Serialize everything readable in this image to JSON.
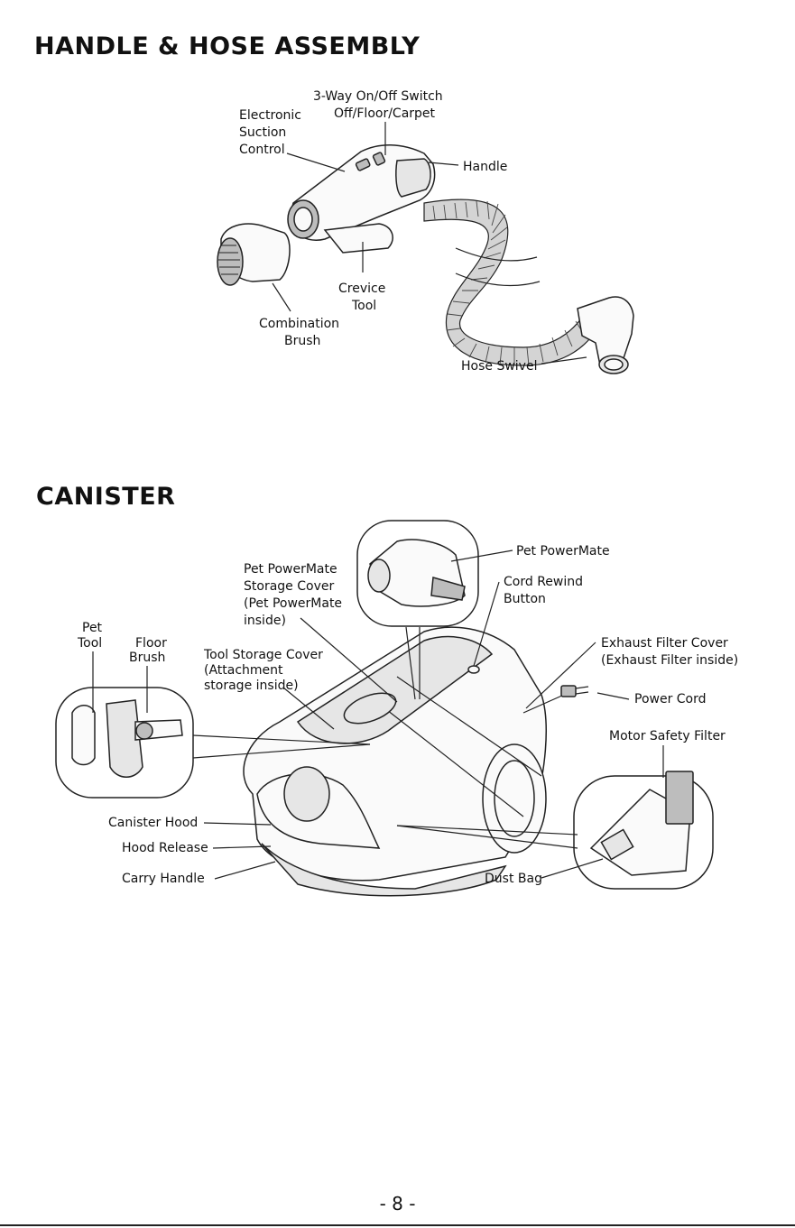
{
  "sections": {
    "hose": {
      "title": "HANDLE & HOSE ASSEMBLY",
      "labels": {
        "switch_line1": "3-Way On/Off Switch",
        "switch_line2": "Off/Floor/Carpet",
        "esc_line1": "Electronic",
        "esc_line2": "Suction",
        "esc_line3": "Control",
        "handle": "Handle",
        "crevice_line1": "Crevice",
        "crevice_line2": "Tool",
        "combo_line1": "Combination",
        "combo_line2": "Brush",
        "swivel": "Hose Swivel"
      }
    },
    "canister": {
      "title": "CANISTER",
      "labels": {
        "pet_powermate": "Pet PowerMate",
        "pm_storage_line1": "Pet PowerMate",
        "pm_storage_line2": "Storage Cover",
        "pm_storage_line3": "(Pet PowerMate",
        "pm_storage_line4": "inside)",
        "cord_rewind_line1": "Cord Rewind",
        "cord_rewind_line2": "Button",
        "pet_tool_line1": "Pet",
        "pet_tool_line2": "Tool",
        "floor_brush_line1": "Floor",
        "floor_brush_line2": "Brush",
        "tool_storage_line1": "Tool Storage Cover",
        "tool_storage_line2": "(Attachment",
        "tool_storage_line3": "storage inside)",
        "exhaust_line1": "Exhaust Filter Cover",
        "exhaust_line2": "(Exhaust Filter inside)",
        "power_cord": "Power Cord",
        "motor_filter": "Motor Safety Filter",
        "canister_hood": "Canister Hood",
        "hood_release": "Hood Release",
        "carry_handle": "Carry Handle",
        "dust_bag": "Dust Bag"
      }
    }
  },
  "footer": {
    "page_number": "- 8 -"
  }
}
